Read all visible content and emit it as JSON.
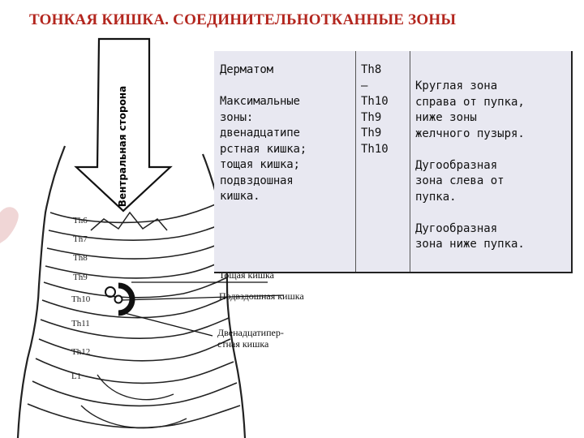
{
  "title": "ТОНКАЯ КИШКА. СОЕДИНИТЕЛЬНОТКАННЫЕ ЗОНЫ",
  "arrow_label": "Вентральная\nсторона",
  "table": {
    "col1": "Дерматом\n\nМаксимальные\nзоны:\nдвенадцатипе\nрстная кишка;\nтощая кишка;\nподвздошная\nкишка.",
    "col2": "Th8\n–\nTh10\nTh9\nTh9\nTh10",
    "col3": "Круглая зона\nсправа от пупка,\nниже зоны\nжелчного пузыря.\n\nДугообразная\nзона слева от\nпупка.\n\nДугообразная\nзона ниже пупка."
  },
  "figure": {
    "dermatome_labels": [
      "Th6",
      "Th7",
      "Th8",
      "Th9",
      "Th10",
      "Th11",
      "Th12",
      "L1"
    ],
    "callouts": {
      "jejunum": "Тощая кишка",
      "ileum": "Подвздошная кишка",
      "duodenum": "Двенадцатипер-\nстная кишка"
    }
  },
  "colors": {
    "title": "#b3261e",
    "table_bg": "#e8e8f1"
  }
}
